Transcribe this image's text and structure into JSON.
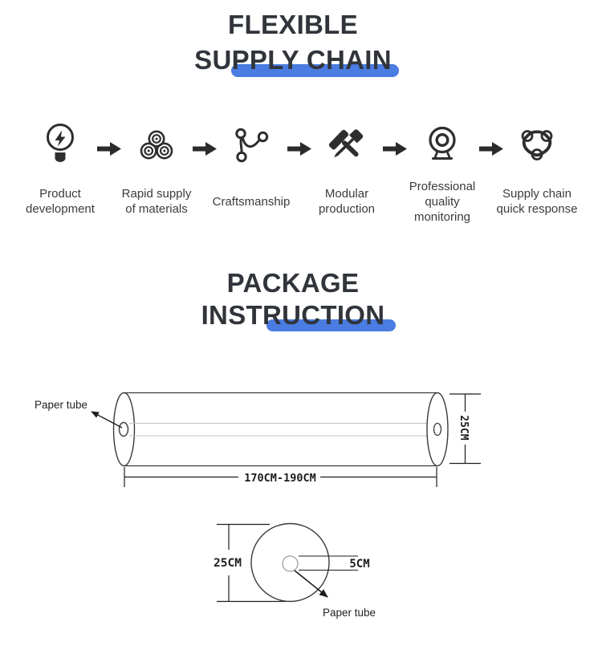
{
  "accent_color": "#4a7ce1",
  "supply_chain_section": {
    "title_line1": "FLEXIBLE",
    "title_line2": "SUPPLY CHAIN",
    "steps": [
      {
        "icon": "lightbulb-icon",
        "label": "Product development"
      },
      {
        "icon": "material-rolls-icon",
        "label": "Rapid supply of materials"
      },
      {
        "icon": "curve-branch-icon",
        "label": "Craftsmanship"
      },
      {
        "icon": "hammer-screwdriver-icon",
        "label": "Modular production"
      },
      {
        "icon": "webcam-icon",
        "label": "Professional quality monitoring"
      },
      {
        "icon": "network-cycle-icon",
        "label": "Supply chain quick response"
      }
    ]
  },
  "package_section": {
    "title_line1": "PACKAGE",
    "title_line2": "INSTRUCTION",
    "roll_diagram": {
      "paper_tube_label": "Paper tube",
      "diameter_label": "25CM",
      "length_label": "170CM-190CM"
    },
    "end_view_diagram": {
      "diameter_label": "25CM",
      "core_label": "5CM",
      "paper_tube_label": "Paper tube"
    }
  }
}
